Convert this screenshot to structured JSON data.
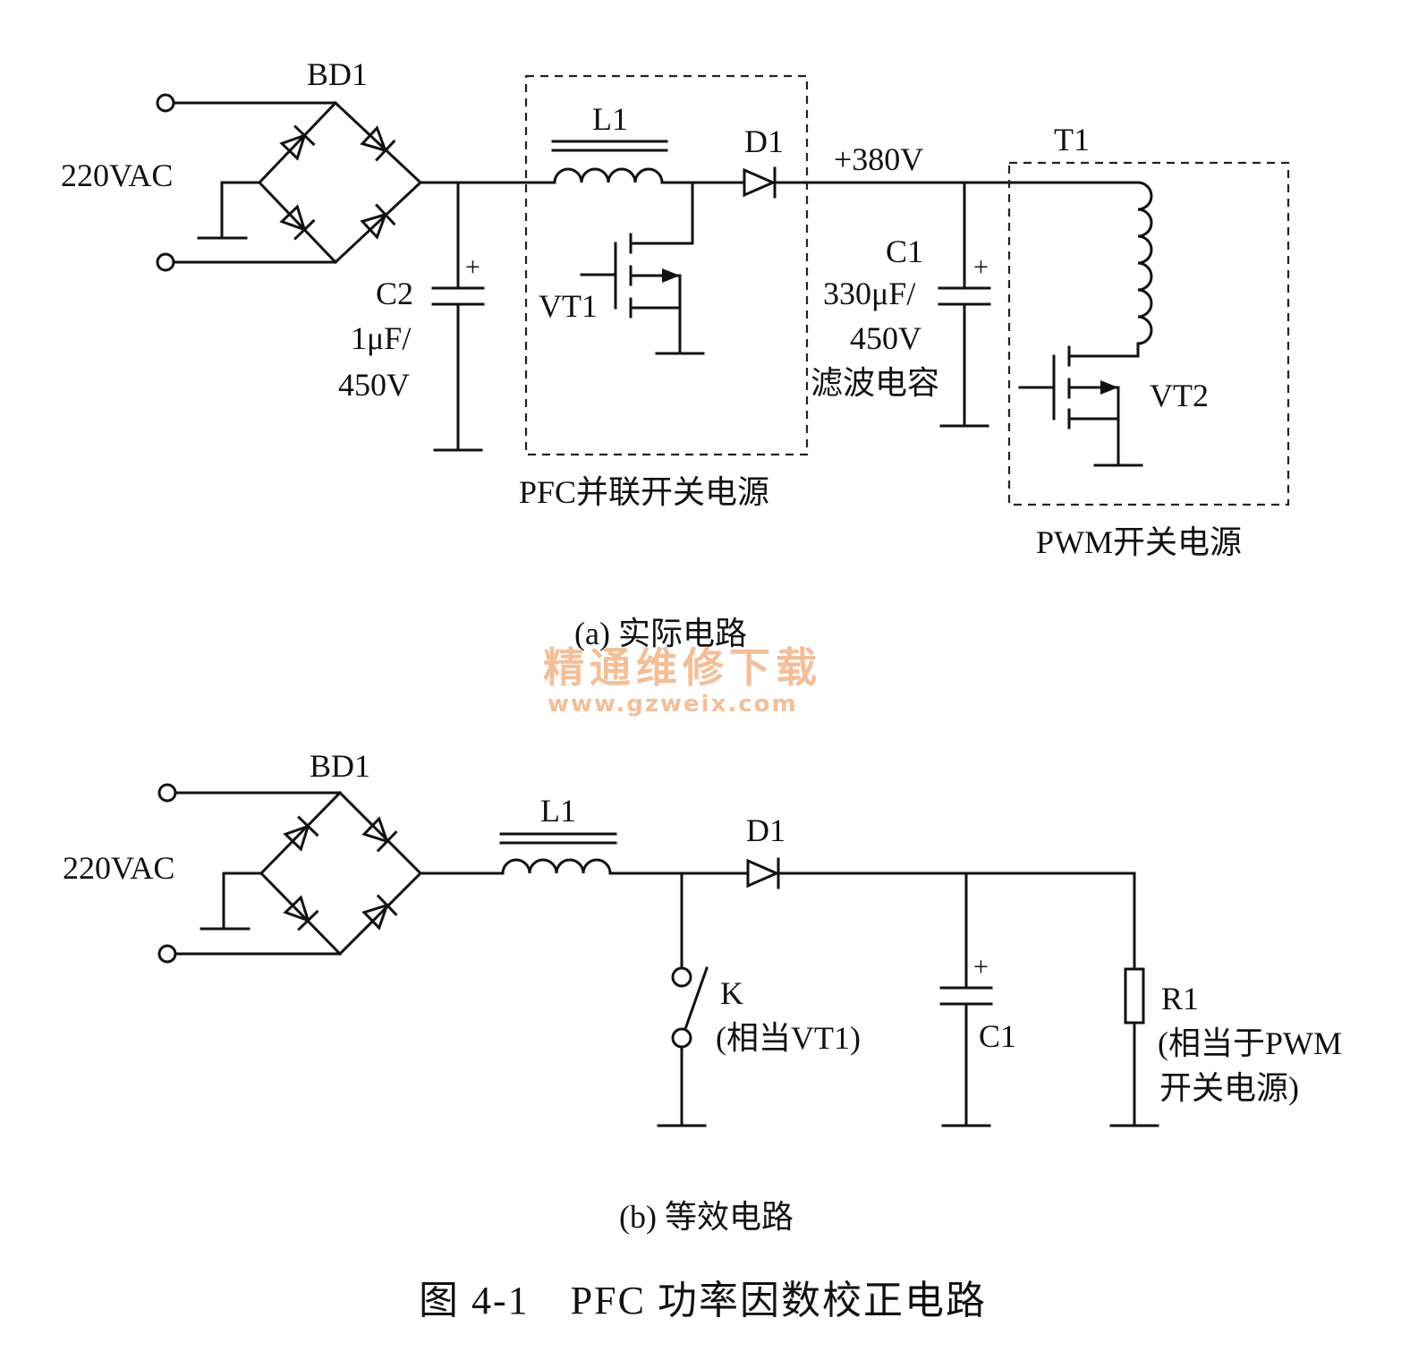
{
  "circuit_a": {
    "source_label": "220VAC",
    "bridge_label": "BD1",
    "inductor_label": "L1",
    "diode_label": "D1",
    "voltage_label": "+380V",
    "transformer_label": "T1",
    "c2_name": "C2",
    "c2_value_line1": "1μF/",
    "c2_value_line2": "450V",
    "vt1_label": "VT1",
    "c1_name": "C1",
    "c1_value_line1": "330μF/",
    "c1_value_line2": "450V",
    "c1_desc": "滤波电容",
    "vt2_label": "VT2",
    "pfc_block_label": "PFC并联开关电源",
    "pwm_block_label": "PWM开关电源",
    "caption": "(a) 实际电路"
  },
  "watermark": {
    "line1": "精通维修下载",
    "line2": "www.gzweix.com"
  },
  "circuit_b": {
    "source_label": "220VAC",
    "bridge_label": "BD1",
    "inductor_label": "L1",
    "diode_label": "D1",
    "switch_label": "K",
    "switch_desc": "(相当VT1)",
    "c1_name": "C1",
    "r1_name": "R1",
    "r1_desc_line1": "(相当于PWM",
    "r1_desc_line2": "开关电源)",
    "caption": "(b) 等效电路"
  },
  "figure_title": "图 4-1　PFC 功率因数校正电路"
}
